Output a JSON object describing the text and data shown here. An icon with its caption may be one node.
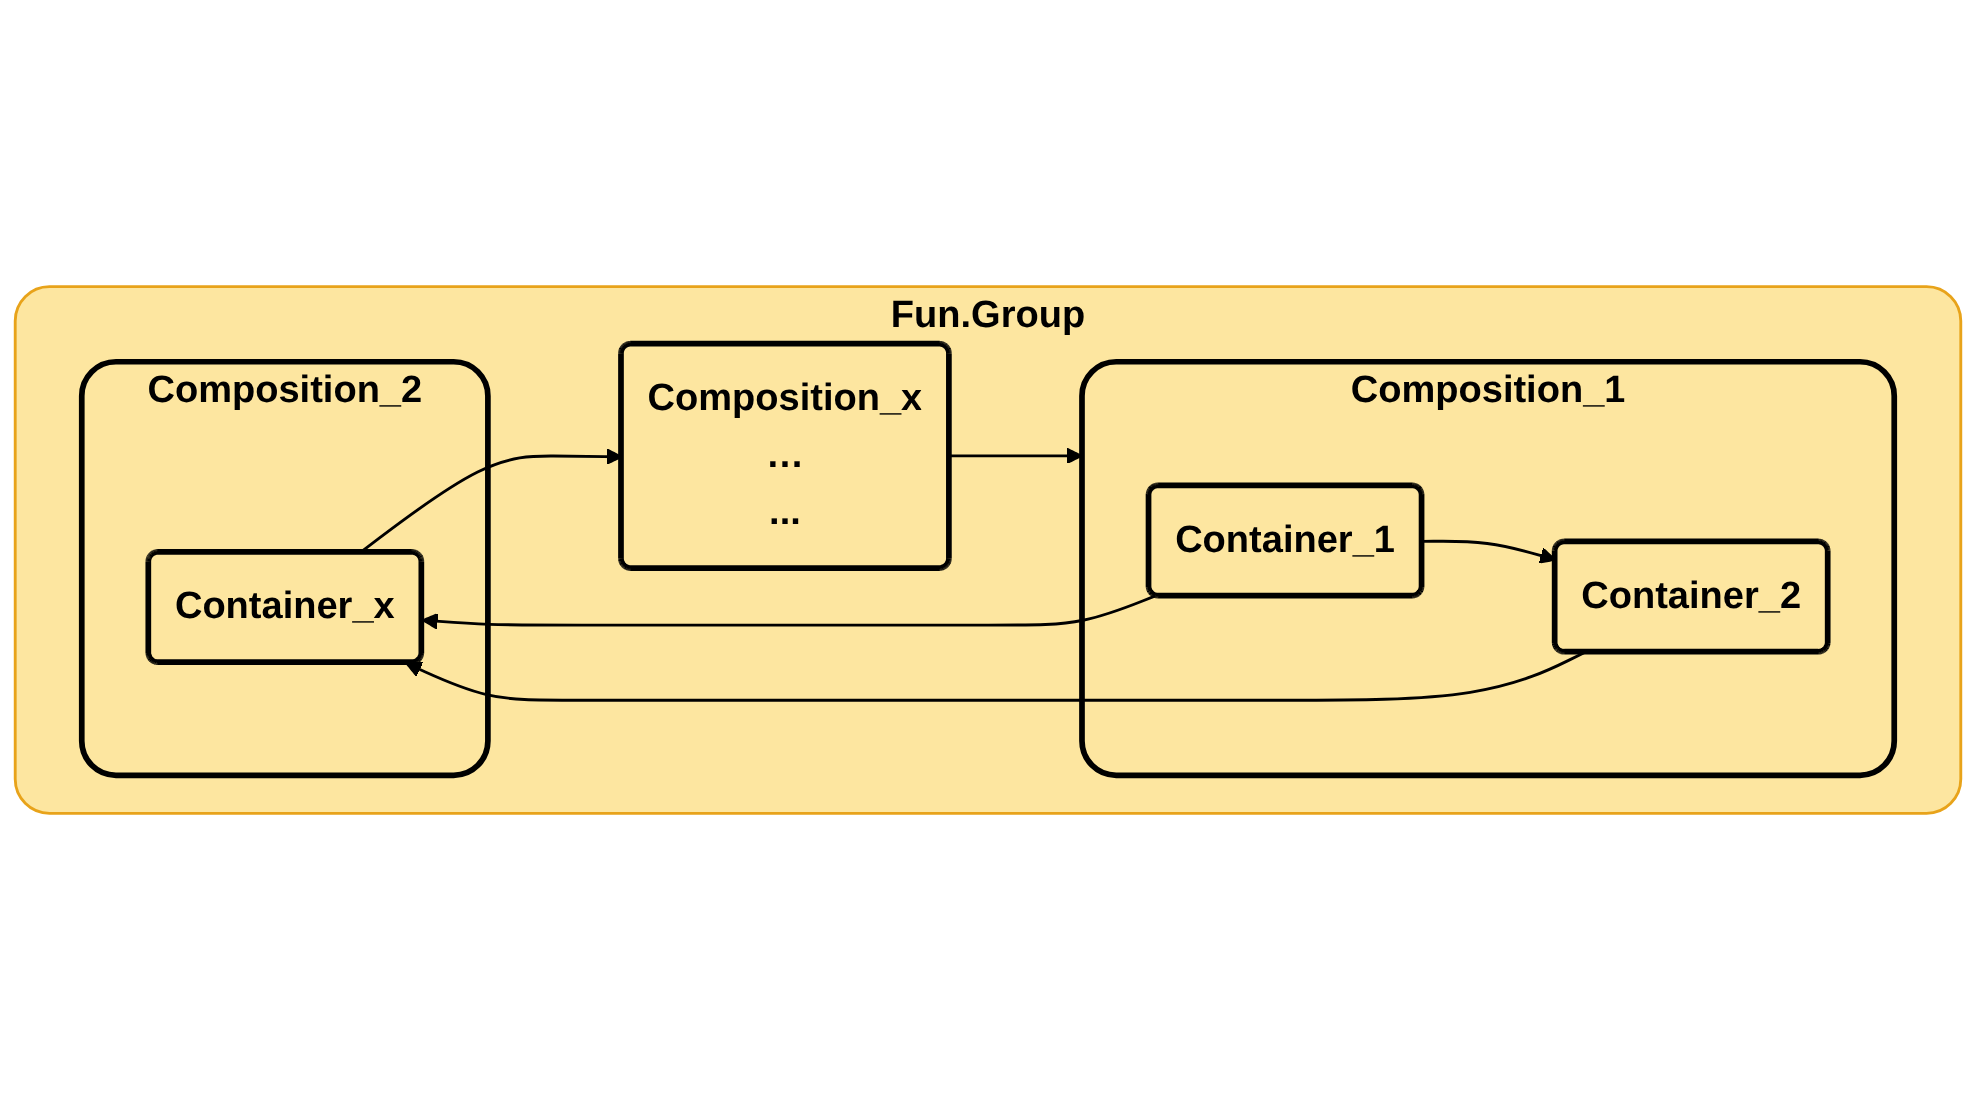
{
  "diagram": {
    "nodes": [
      {
        "text": [
          "Fun.Group"
        ]
      },
      {
        "text": [
          "Composition_1"
        ],
        "in": 0
      },
      {
        "text": [
          "Container_1"
        ],
        "in": 1
      },
      {
        "text": [
          "Container_2"
        ],
        "in": 1
      },
      {
        "text": [
          "Composition_2"
        ],
        "in": 0
      },
      {
        "text": [
          "Container_x"
        ],
        "in": 4
      },
      {
        "text": [
          "Composition_x",
          "…",
          "..."
        ],
        "in": 0
      }
    ],
    "edges": [
      {
        "from": 2,
        "to": 5,
        "arrow": "to"
      },
      {
        "from": 2,
        "to": 3,
        "arrow": "to"
      },
      {
        "from": 3,
        "to": 5,
        "arrow": "to"
      },
      {
        "from": 5,
        "to": 6,
        "arrow": "to"
      },
      {
        "from": 6,
        "to": 1,
        "arrow": "to"
      }
    ]
  }
}
